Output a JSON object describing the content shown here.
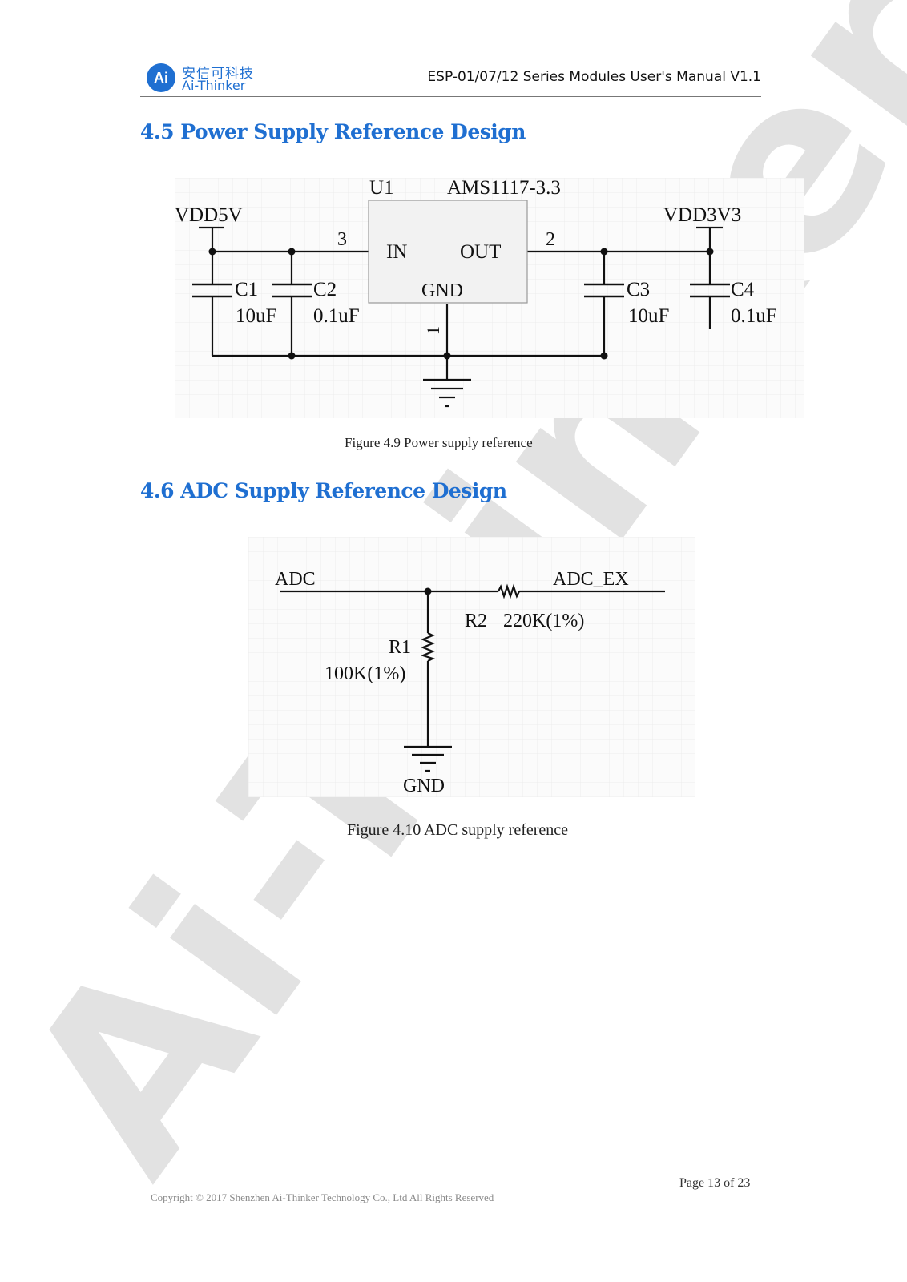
{
  "header": {
    "logo_mark": "Ai",
    "logo_cn": "安信可科技",
    "logo_en": "Ai-Thinker",
    "title": "ESP-01/07/12 Series Modules User's Manual V1.1"
  },
  "watermark": "Ai-Thinker",
  "sections": {
    "power": {
      "heading": "4.5 Power Supply Reference Design",
      "caption": "Figure 4.9 Power supply reference",
      "schematic": {
        "ref": "U1",
        "part": "AMS1117-3.3",
        "vin_label": "VDD5V",
        "vout_label": "VDD3V3",
        "pin_in_num": "3",
        "pin_out_num": "2",
        "pin_gnd_num": "1",
        "pin_in": "IN",
        "pin_out": "OUT",
        "pin_gnd": "GND",
        "c1": "C1",
        "c1_val": "10uF",
        "c2": "C2",
        "c2_val": "0.1uF",
        "c3": "C3",
        "c3_val": "10uF",
        "c4": "C4",
        "c4_val": "0.1uF"
      }
    },
    "adc": {
      "heading": "4.6 ADC Supply Reference Design",
      "caption": "Figure 4.10 ADC supply reference",
      "schematic": {
        "in_label": "ADC",
        "out_label": "ADC_EX",
        "r2": "R2",
        "r2_val": "220K(1%)",
        "r1": "R1",
        "r1_val": "100K(1%)",
        "gnd": "GND"
      }
    }
  },
  "footer": {
    "page": "Page 13 of 23",
    "copyright": "Copyright © 2017 Shenzhen Ai-Thinker Technology Co., Ltd All Rights Reserved"
  }
}
